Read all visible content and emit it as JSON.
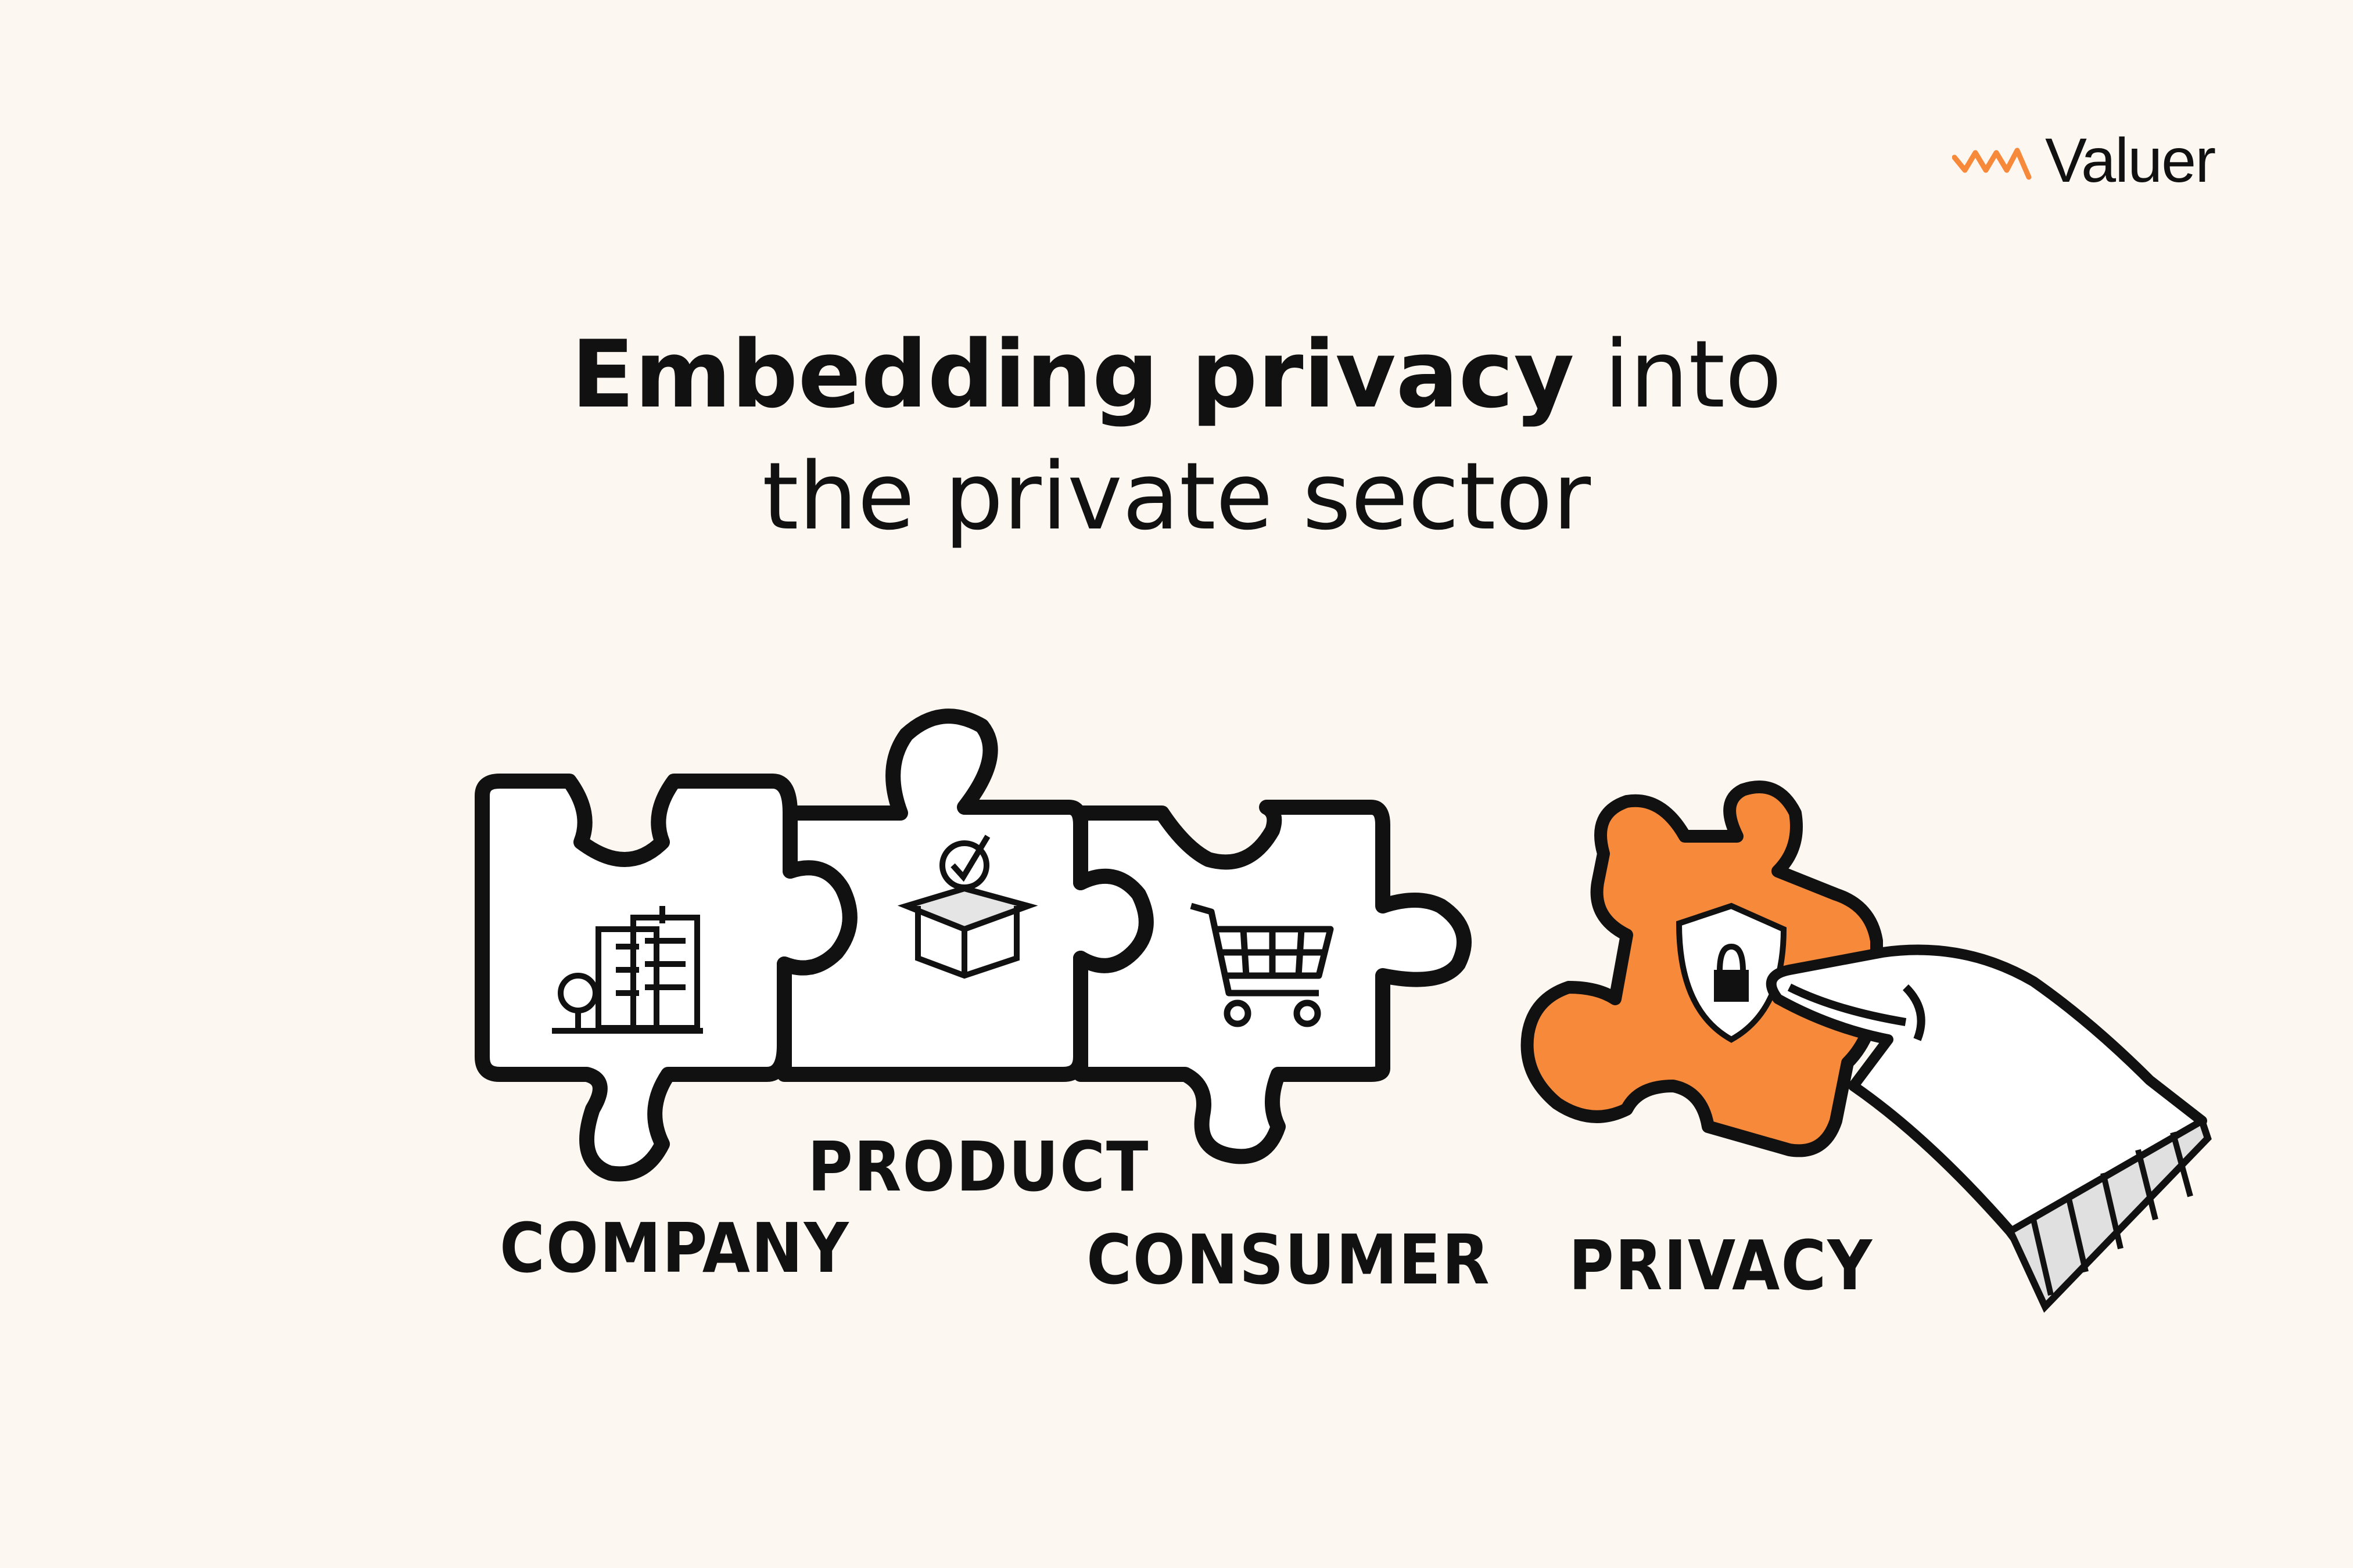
{
  "brand": {
    "name": "Valuer",
    "accent": "#f7893b"
  },
  "title": {
    "bold": "Embedding privacy",
    "rest_line1": " into",
    "line2": "the private sector"
  },
  "pieces": [
    {
      "label": "COMPANY",
      "icon": "office-building-icon"
    },
    {
      "label": "PRODUCT",
      "icon": "box-checkmark-icon"
    },
    {
      "label": "CONSUMER",
      "icon": "shopping-cart-icon"
    },
    {
      "label": "PRIVACY",
      "icon": "shield-lock-icon"
    }
  ],
  "colors": {
    "background": "#fdf7f1",
    "piece_fill": "#ffffff",
    "outline": "#111111",
    "privacy_fill": "#f7893b"
  }
}
